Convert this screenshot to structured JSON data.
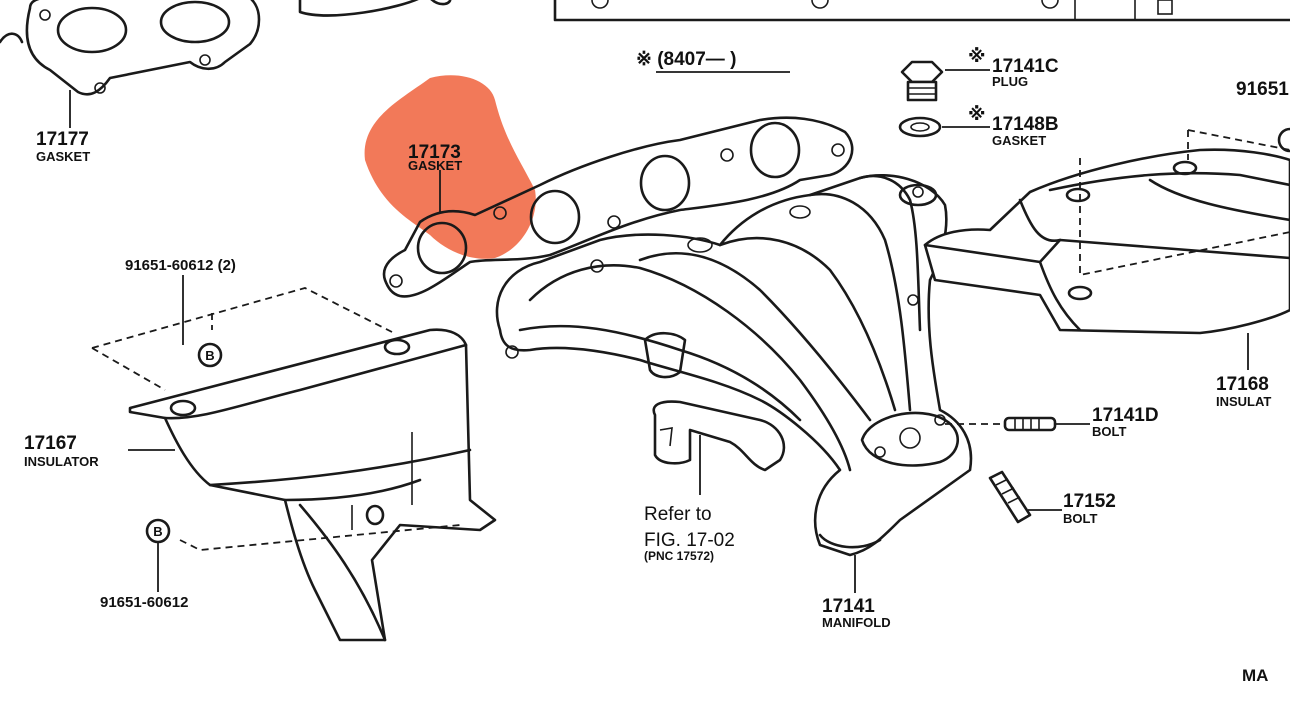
{
  "parts": {
    "p17177": {
      "number": "17177",
      "name": "GASKET"
    },
    "p17173": {
      "number": "17173",
      "name": "GASKET"
    },
    "p17141C": {
      "mark": "※",
      "number": "17141C",
      "name": "PLUG"
    },
    "p17148B": {
      "mark": "※",
      "number": "17148B",
      "name": "GASKET"
    },
    "p91651_top": {
      "number": "91651"
    },
    "p91651_60612_2": {
      "number": "91651-60612 (2)"
    },
    "p17167": {
      "number": "17167",
      "name": "INSULATOR"
    },
    "p91651_60612": {
      "number": "91651-60612"
    },
    "p17168": {
      "number": "17168",
      "name": "INSULAT"
    },
    "p17141D": {
      "number": "17141D",
      "name": "BOLT"
    },
    "p17152": {
      "number": "17152",
      "name": "BOLT"
    },
    "p17141": {
      "number": "17141",
      "name": "MANIFOLD"
    }
  },
  "date_range": "※ (8407—        )",
  "reference": {
    "line1": "Refer to",
    "line2": "FIG. 17-02",
    "line3": "(PNC 17572)"
  },
  "callout_letter": "B",
  "footer_code": "MA",
  "highlight_color": "#f0623c"
}
